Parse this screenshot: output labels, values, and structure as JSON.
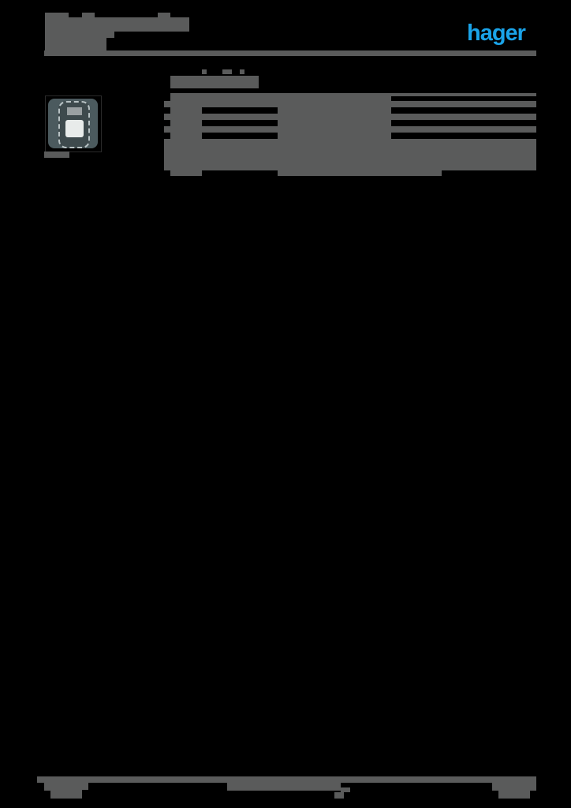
{
  "document": {
    "type": "product datasheet page",
    "text_rendering": "all text glyphs rendered as solid gray blocks; not legible",
    "colors": {
      "background": "#000000",
      "text_block": "#5a5b5b",
      "brand_blue": "#1aa3e8"
    }
  },
  "header": {
    "title": "",
    "subtitle": "",
    "logo": {
      "text": "hager",
      "color": "#1aa3e8"
    }
  },
  "product": {
    "image": {
      "icon": "socket-module-icon",
      "caption": ""
    },
    "section_heading": "",
    "table": {
      "rows": [
        {
          "label": "",
          "value": ""
        },
        {
          "label": "",
          "value": ""
        },
        {
          "label": "",
          "value": ""
        },
        {
          "label": "",
          "value": ""
        },
        {
          "label": "",
          "value": ""
        }
      ]
    }
  },
  "footer": {
    "left": "",
    "center": "",
    "right": ""
  }
}
